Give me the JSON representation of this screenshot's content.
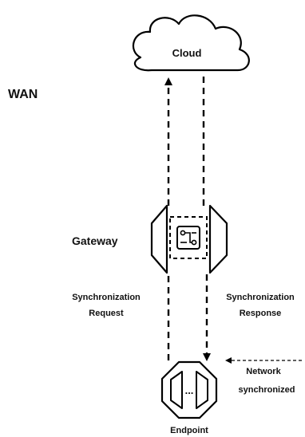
{
  "labels": {
    "cloud": "Cloud",
    "wan": "WAN",
    "gateway": "Gateway",
    "sync_request_line1": "Synchronization",
    "sync_request_line2": "Request",
    "sync_response_line1": "Synchronization",
    "sync_response_line2": "Response",
    "network_line1": "Network",
    "network_line2": "synchronized",
    "endpoint": "Endpoint",
    "endpoint_glyph": "..."
  }
}
